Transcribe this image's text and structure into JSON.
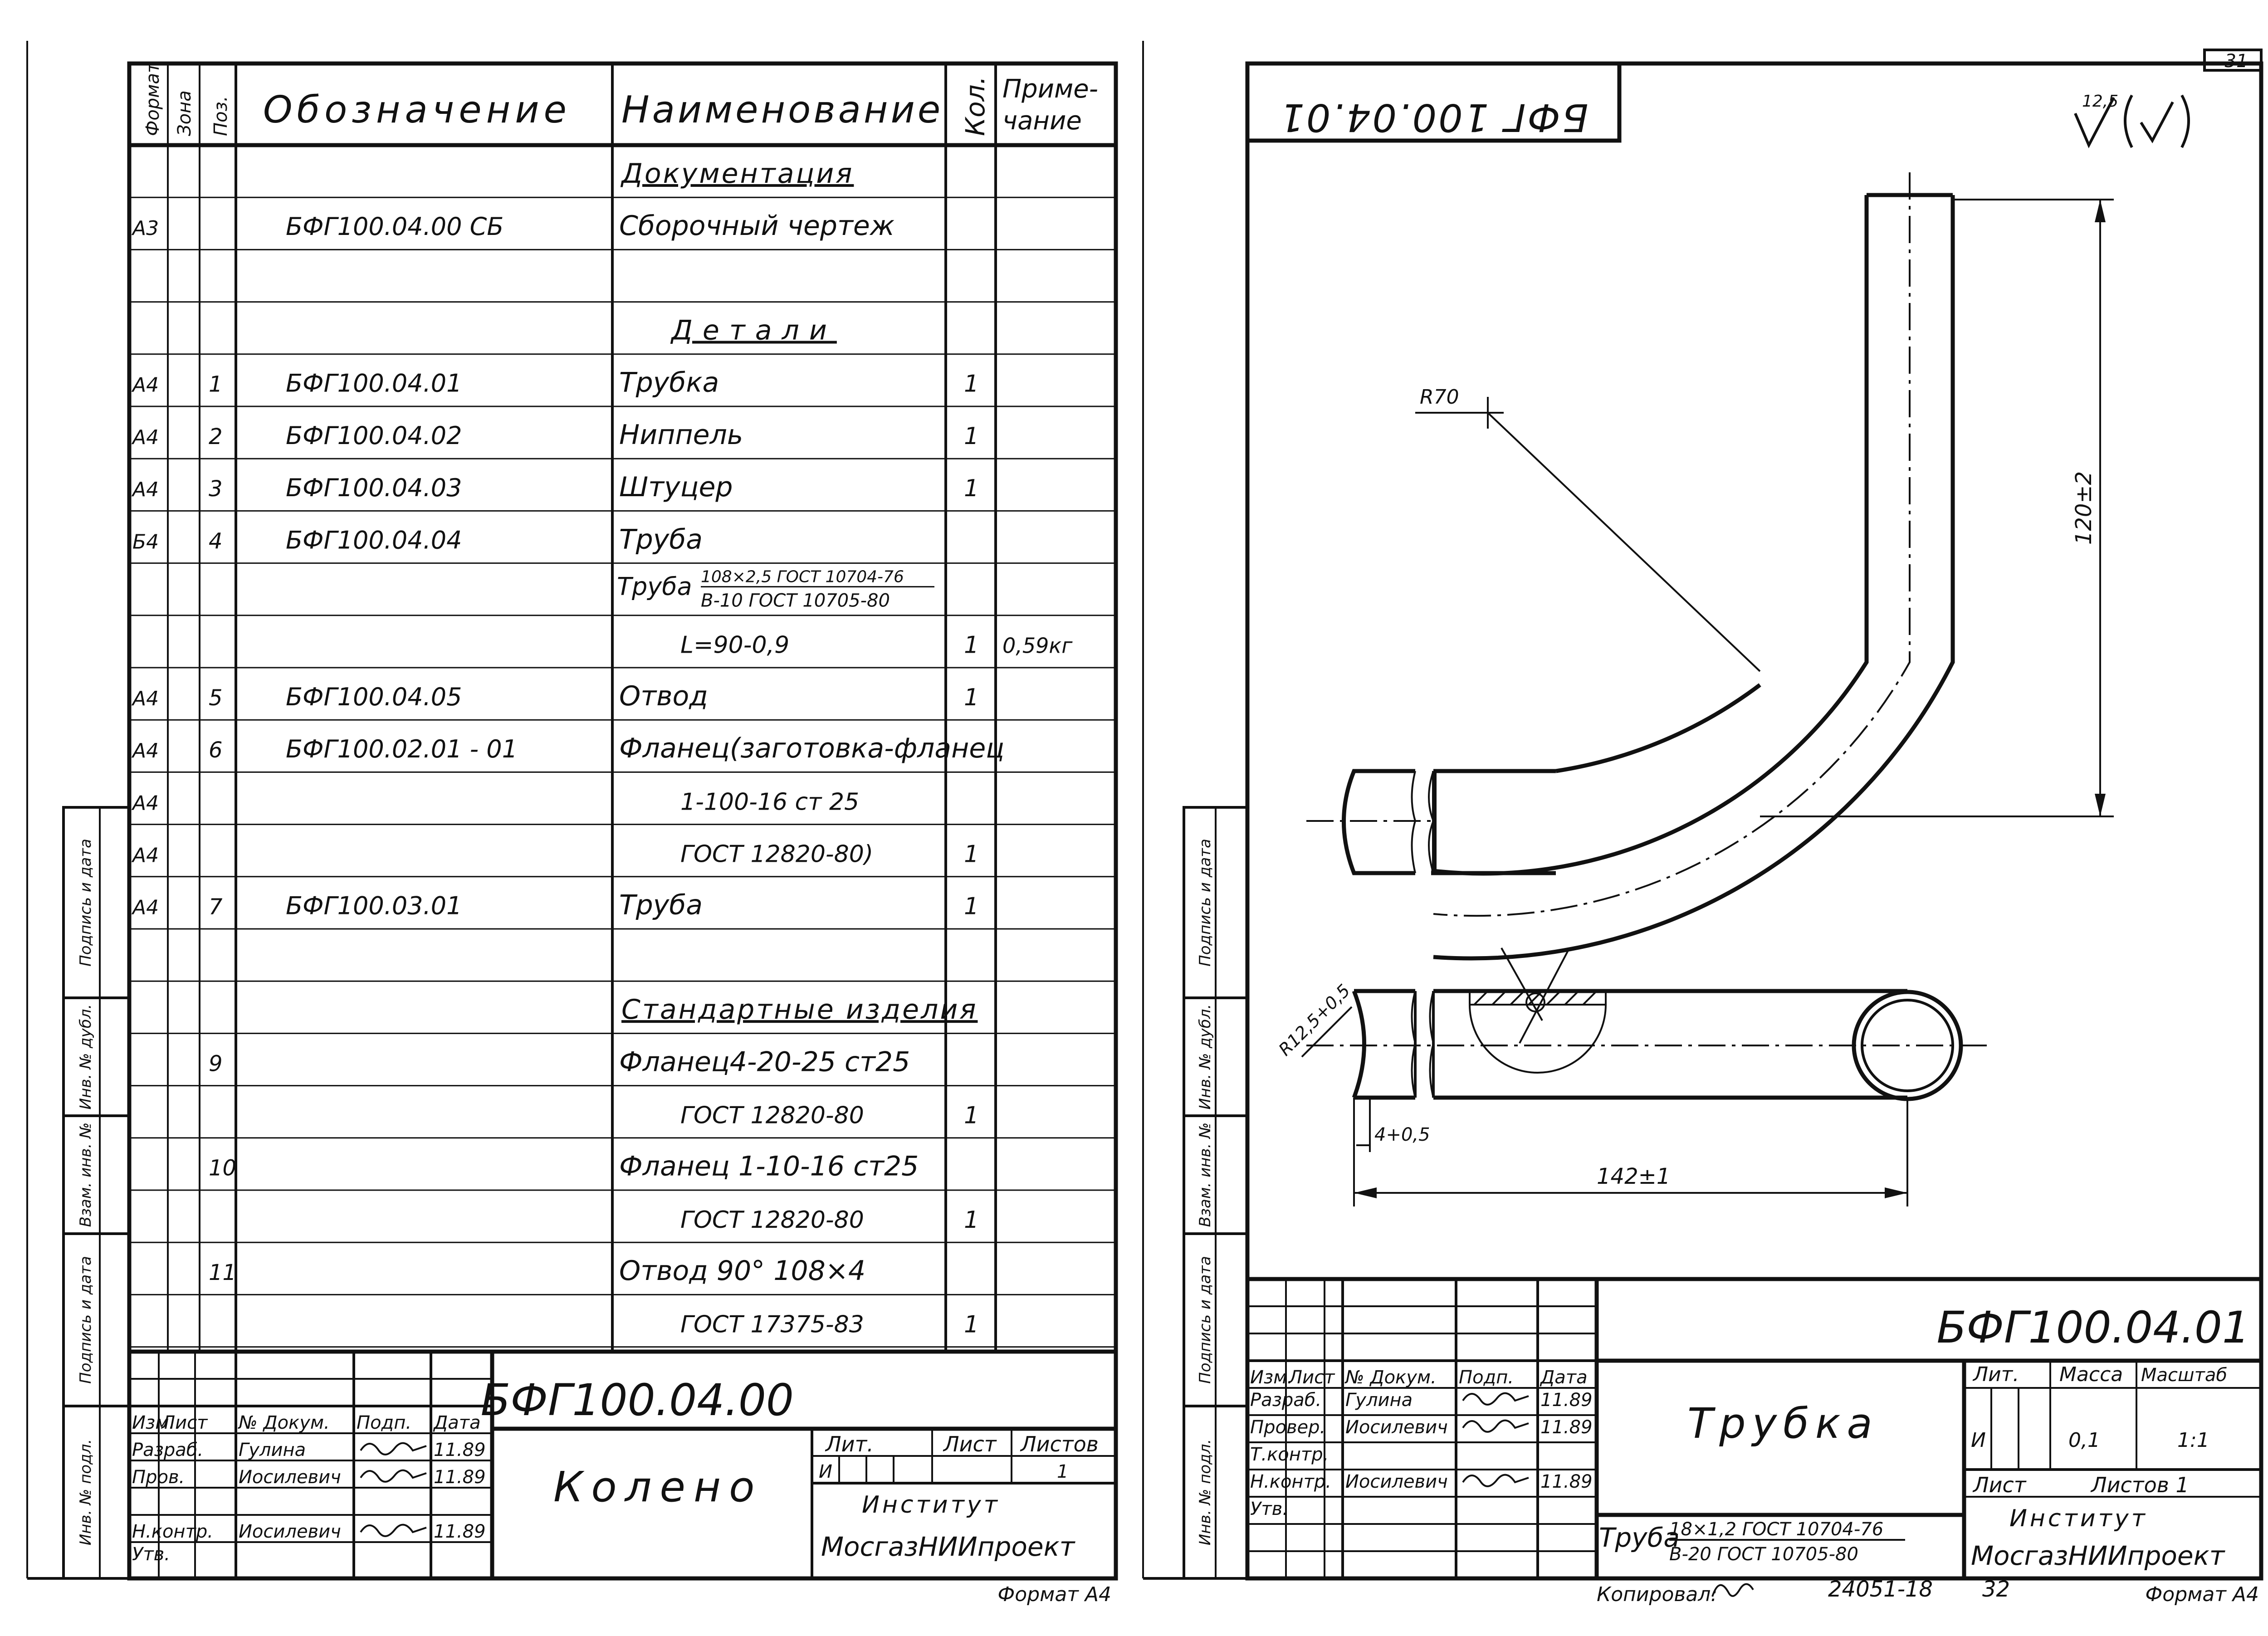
{
  "page_number": "31",
  "spec": {
    "header": {
      "format": "Формат",
      "zone": "Зона",
      "pos": "Поз.",
      "designation": "Обозначение",
      "name": "Наименование",
      "qty": "Кол.",
      "note_line1": "Приме-",
      "note_line2": "чание"
    },
    "rows": [
      {
        "format": "",
        "pos": "",
        "designation": "",
        "name": "Документация",
        "qty": "",
        "note": "",
        "heading": true
      },
      {
        "format": "А3",
        "pos": "",
        "designation": "БФГ100.04.00 СБ",
        "name": "Сборочный чертеж",
        "qty": "",
        "note": ""
      },
      {
        "format": "",
        "pos": "",
        "designation": "",
        "name": "",
        "qty": "",
        "note": ""
      },
      {
        "format": "",
        "pos": "",
        "designation": "",
        "name": "Детали",
        "qty": "",
        "note": "",
        "heading": true
      },
      {
        "format": "А4",
        "pos": "1",
        "designation": "БФГ100.04.01",
        "name": "Трубка",
        "qty": "1",
        "note": ""
      },
      {
        "format": "А4",
        "pos": "2",
        "designation": "БФГ100.04.02",
        "name": "Ниппель",
        "qty": "1",
        "note": ""
      },
      {
        "format": "А4",
        "pos": "3",
        "designation": "БФГ100.04.03",
        "name": "Штуцер",
        "qty": "1",
        "note": ""
      },
      {
        "format": "Б4",
        "pos": "4",
        "designation": "БФГ100.04.04",
        "name": "Труба",
        "qty": "",
        "note": ""
      },
      {
        "format": "",
        "pos": "",
        "designation": "",
        "name": "",
        "qty": "",
        "note": "",
        "pipe": true
      },
      {
        "format": "",
        "pos": "",
        "designation": "",
        "name": "L=90-0,9",
        "qty": "1",
        "note": "0,59кг",
        "indent": true
      },
      {
        "format": "А4",
        "pos": "5",
        "designation": "БФГ100.04.05",
        "name": "Отвод",
        "qty": "1",
        "note": ""
      },
      {
        "format": "А4",
        "pos": "6",
        "designation": "БФГ100.02.01 - 01",
        "name": "Фланец(заготовка-фланец",
        "qty": "",
        "note": ""
      },
      {
        "format": "А4",
        "pos": "",
        "designation": "",
        "name": "1-100-16 ст 25",
        "qty": "",
        "note": "",
        "indent": true
      },
      {
        "format": "А4",
        "pos": "",
        "designation": "",
        "name": "ГОСТ 12820-80)",
        "qty": "1",
        "note": "",
        "indent": true
      },
      {
        "format": "А4",
        "pos": "7",
        "designation": "БФГ100.03.01",
        "name": "Труба",
        "qty": "1",
        "note": ""
      },
      {
        "format": "",
        "pos": "",
        "designation": "",
        "name": "",
        "qty": "",
        "note": ""
      },
      {
        "format": "",
        "pos": "",
        "designation": "",
        "name": "Стандартные изделия",
        "qty": "",
        "note": "",
        "heading": true
      },
      {
        "format": "",
        "pos": "9",
        "designation": "",
        "name": "Фланец4-20-25 ст25",
        "qty": "",
        "note": ""
      },
      {
        "format": "",
        "pos": "",
        "designation": "",
        "name": "ГОСТ 12820-80",
        "qty": "1",
        "note": "",
        "indent": true
      },
      {
        "format": "",
        "pos": "10",
        "designation": "",
        "name": "Фланец 1-10-16 ст25",
        "qty": "",
        "note": ""
      },
      {
        "format": "",
        "pos": "",
        "designation": "",
        "name": "ГОСТ 12820-80",
        "qty": "1",
        "note": "",
        "indent": true
      },
      {
        "format": "",
        "pos": "11",
        "designation": "",
        "name": "Отвод 90° 108×4",
        "qty": "",
        "note": ""
      },
      {
        "format": "",
        "pos": "",
        "designation": "",
        "name": "ГОСТ 17375-83",
        "qty": "1",
        "note": "",
        "indent": true
      }
    ],
    "pipe_spec": {
      "prefix": "Труба",
      "top": "108×2,5 ГОСТ 10704-76",
      "bottom": "В-10 ГОСТ 10705-80"
    }
  },
  "left_side_labels": [
    "Подпись и дата",
    "Инв. № дубл.",
    "Взам. инв. №",
    "Подпись и дата",
    "Инв. № подл."
  ],
  "title_block_left": {
    "designation": "БФГ100.04.00",
    "title": "Колено",
    "hdr": [
      "Изм.",
      "Лист",
      "№ Докум.",
      "Подп.",
      "Дата"
    ],
    "rows": [
      [
        "Разраб.",
        "Гулина",
        "",
        "11.89"
      ],
      [
        "Пров.",
        "Иосилевич",
        "",
        "11.89"
      ],
      [
        "Н.контр.",
        "Иосилевич",
        "",
        "11.89"
      ],
      [
        "Утв.",
        "",
        "",
        ""
      ]
    ],
    "lit_label": "Лит.",
    "sheet_label": "Лист",
    "sheets_label": "Листов",
    "lit_value": "И",
    "sheets_value": "1",
    "org_line1": "Институт",
    "org_line2": "МосгазНИИпроект",
    "format": "Формат А4"
  },
  "drawing": {
    "stamp": "БФГ 100.04.01",
    "roughness": "12,5",
    "r70": "R70",
    "dim_120": "120±2",
    "r125": "R12,5+0,5",
    "dim_4": "4+0,5",
    "dim_142": "142±1"
  },
  "title_block_right": {
    "designation": "БФГ100.04.01",
    "title": "Трубка",
    "hdr": [
      "Изм.",
      "Лист",
      "№ Докум.",
      "Подп.",
      "Дата"
    ],
    "rows": [
      [
        "Разраб.",
        "Гулина",
        "",
        "11.89"
      ],
      [
        "Провер.",
        "Иосилевич",
        "",
        "11.89"
      ],
      [
        "Т.контр.",
        "",
        "",
        ""
      ],
      [
        "Н.контр.",
        "Иосилевич",
        "",
        "11.89"
      ],
      [
        "Утв.",
        "",
        "",
        ""
      ]
    ],
    "lit_label": "Лит.",
    "mass_label": "Масса",
    "scale_label": "Масштаб",
    "lit_value": "И",
    "mass_value": "0,1",
    "scale_value": "1:1",
    "sheet_label": "Лист",
    "sheets_label": "Листов 1",
    "org_line1": "Институт",
    "org_line2": "МосгазНИИпроект",
    "material_prefix": "Труба",
    "material_top": "18×1,2 ГОСТ 10704-76",
    "material_bottom": "В-20 ГОСТ 10705-80",
    "format": "Формат А4"
  },
  "footer": {
    "copied_label": "Копировал:",
    "order": "24051-18",
    "sheet": "32"
  }
}
